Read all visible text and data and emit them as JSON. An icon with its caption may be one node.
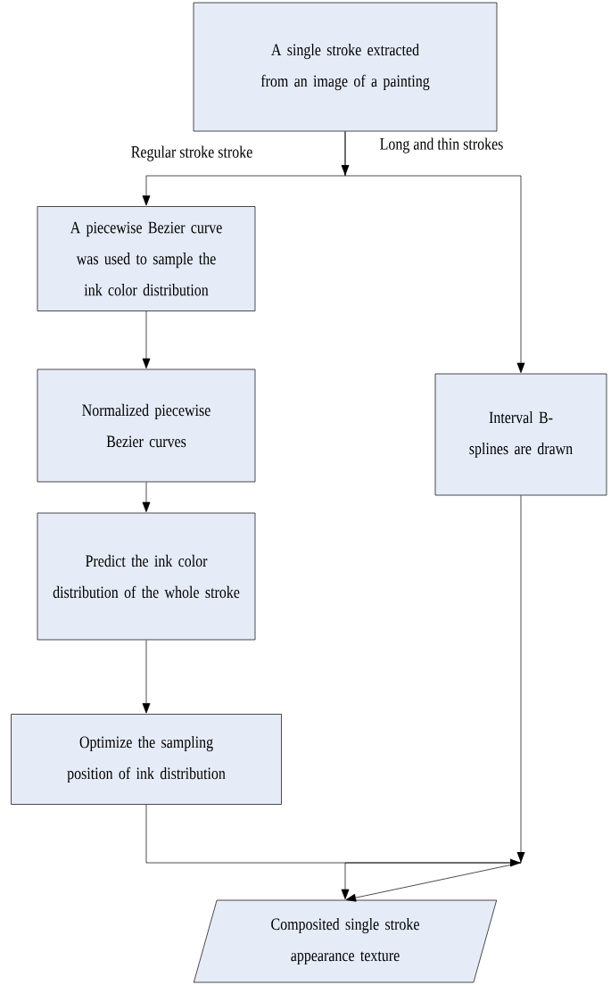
{
  "diagram": {
    "nodes": [
      {
        "text": [
          "A single stroke extracted from an image of a painting"
        ]
      },
      {
        "text": [
          "A piecewise Bezier curve was used to sample the ink color distribution"
        ]
      },
      {
        "text": [
          "Normalized piecewise Bezier curves"
        ]
      },
      {
        "text": [
          "Predict the ink color distribution of the whole stroke"
        ]
      },
      {
        "text": [
          "Optimize the sampling position of ink distribution"
        ]
      },
      {
        "text": [
          "Interval B-splines are drawn"
        ]
      },
      {
        "text": [
          "Composited single stroke appearance texture"
        ]
      }
    ],
    "edges": [
      {
        "from": 0,
        "to": 1,
        "arrow": "to",
        "label": "Regular stroke stroke"
      },
      {
        "from": 0,
        "to": 5,
        "arrow": "to",
        "label": "Long and thin strokes"
      },
      {
        "from": 1,
        "to": 2,
        "arrow": "to"
      },
      {
        "from": 2,
        "to": 3,
        "arrow": "to"
      },
      {
        "from": 3,
        "to": 4,
        "arrow": "to"
      },
      {
        "from": 4,
        "to": 6,
        "arrow": "to"
      },
      {
        "from": 5,
        "to": 6,
        "arrow": "to"
      }
    ]
  }
}
